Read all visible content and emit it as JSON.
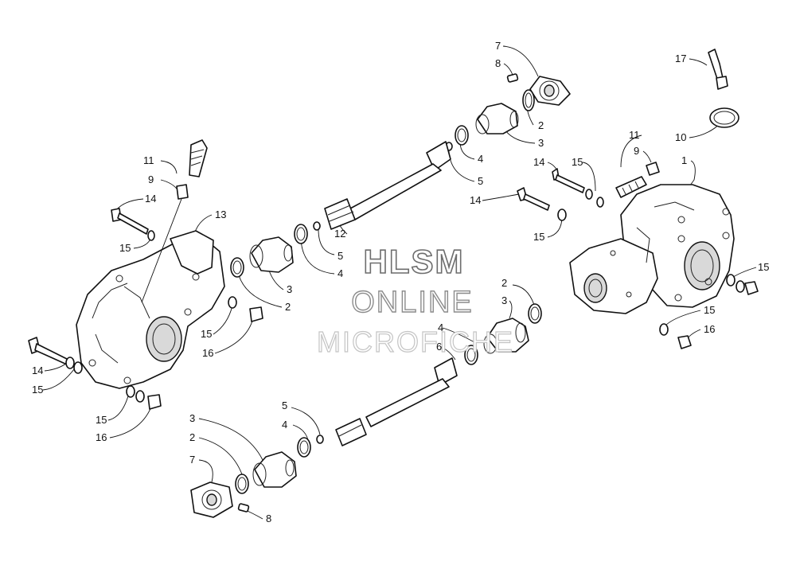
{
  "watermark": {
    "line1": "HLSM",
    "line2": "ONLINE",
    "line3": "MICROFICHE"
  },
  "callouts": [
    {
      "id": "c-7-top",
      "label": "7"
    },
    {
      "id": "c-8-top",
      "label": "8"
    },
    {
      "id": "c-2-top",
      "label": "2"
    },
    {
      "id": "c-3-top",
      "label": "3"
    },
    {
      "id": "c-4-top",
      "label": "4"
    },
    {
      "id": "c-5-top",
      "label": "5"
    },
    {
      "id": "c-17",
      "label": "17"
    },
    {
      "id": "c-10",
      "label": "10"
    },
    {
      "id": "c-11-right",
      "label": "11"
    },
    {
      "id": "c-9-right",
      "label": "9"
    },
    {
      "id": "c-1",
      "label": "1"
    },
    {
      "id": "c-14-right-a",
      "label": "14"
    },
    {
      "id": "c-15-right-a",
      "label": "15"
    },
    {
      "id": "c-14-right-b",
      "label": "14"
    },
    {
      "id": "c-15-right-b",
      "label": "15"
    },
    {
      "id": "c-15-right-c",
      "label": "15"
    },
    {
      "id": "c-15-right-d",
      "label": "15"
    },
    {
      "id": "c-16-right",
      "label": "16"
    },
    {
      "id": "c-11-left",
      "label": "11"
    },
    {
      "id": "c-9-left",
      "label": "9"
    },
    {
      "id": "c-14-left-a",
      "label": "14"
    },
    {
      "id": "c-13",
      "label": "13"
    },
    {
      "id": "c-15-left-a",
      "label": "15"
    },
    {
      "id": "c-12",
      "label": "12"
    },
    {
      "id": "c-5-mid",
      "label": "5"
    },
    {
      "id": "c-4-mid",
      "label": "4"
    },
    {
      "id": "c-3-mid",
      "label": "3"
    },
    {
      "id": "c-2-mid",
      "label": "2"
    },
    {
      "id": "c-15-left-b",
      "label": "15"
    },
    {
      "id": "c-16-left-a",
      "label": "16"
    },
    {
      "id": "c-14-left-b",
      "label": "14"
    },
    {
      "id": "c-15-left-c",
      "label": "15"
    },
    {
      "id": "c-15-left-d",
      "label": "15"
    },
    {
      "id": "c-16-left-b",
      "label": "16"
    },
    {
      "id": "c-2-right-mid",
      "label": "2"
    },
    {
      "id": "c-3-right-mid",
      "label": "3"
    },
    {
      "id": "c-4-right-mid",
      "label": "4"
    },
    {
      "id": "c-6",
      "label": "6"
    },
    {
      "id": "c-5-bot",
      "label": "5"
    },
    {
      "id": "c-4-bot",
      "label": "4"
    },
    {
      "id": "c-3-bot",
      "label": "3"
    },
    {
      "id": "c-2-bot",
      "label": "2"
    },
    {
      "id": "c-7-bot",
      "label": "7"
    },
    {
      "id": "c-8-bot",
      "label": "8"
    }
  ]
}
